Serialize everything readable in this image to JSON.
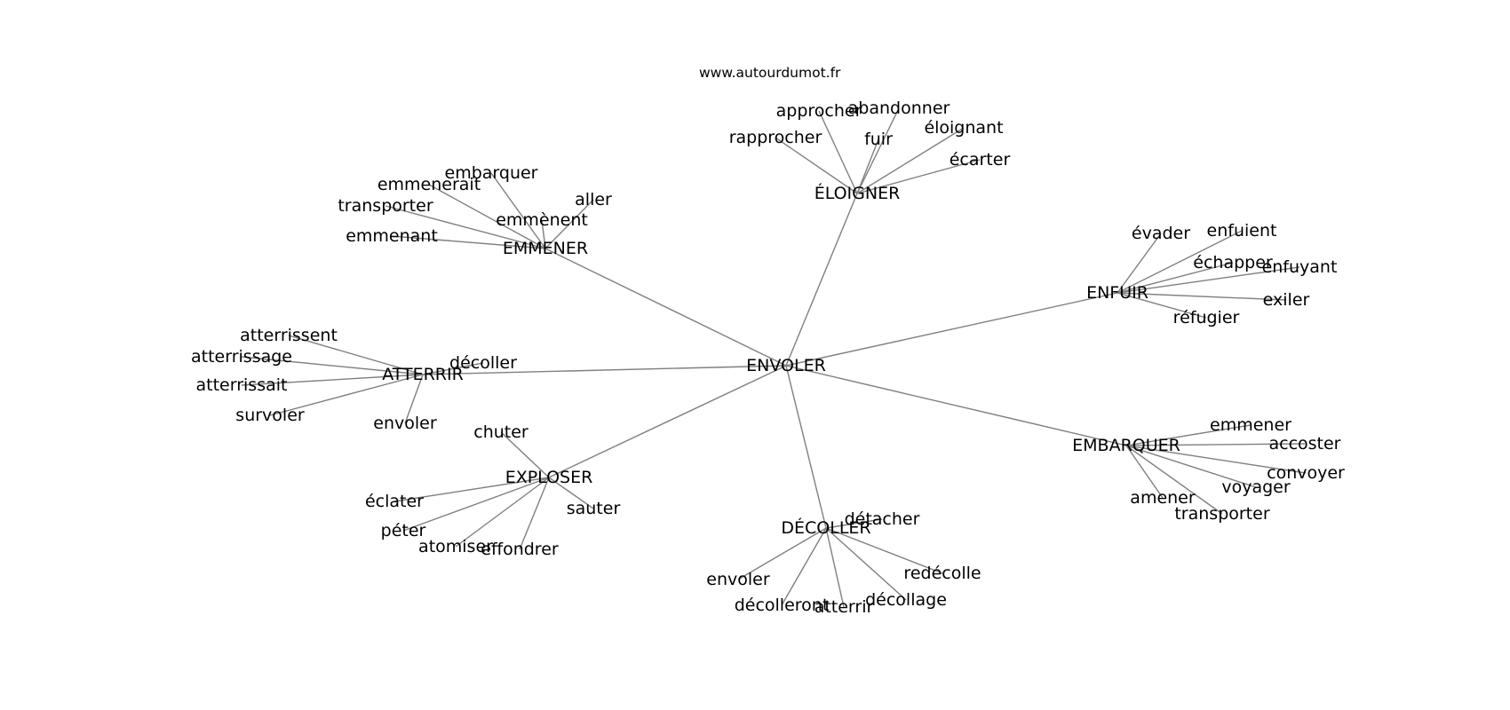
{
  "watermark": "www.autourdumot.fr",
  "edge_color": "#7f7f7f",
  "text_color": "#000000",
  "graph": {
    "center": "ENVOLER",
    "clusters": [
      {
        "hub": "ÉLOIGNER",
        "leaves": [
          "approcher",
          "abandonner",
          "rapprocher",
          "fuir",
          "éloignant",
          "écarter"
        ]
      },
      {
        "hub": "EMMENER",
        "leaves": [
          "embarquer",
          "emmenerait",
          "transporter",
          "aller",
          "emmènent",
          "emmenant"
        ]
      },
      {
        "hub": "ENFUIR",
        "leaves": [
          "évader",
          "enfuient",
          "échapper",
          "enfuyant",
          "exiler",
          "réfugier"
        ]
      },
      {
        "hub": "ATTERRIR",
        "leaves": [
          "atterrissent",
          "atterrissage",
          "décoller",
          "atterrissait",
          "survoler",
          "envoler"
        ]
      },
      {
        "hub": "EMBARQUER",
        "leaves": [
          "emmener",
          "accoster",
          "convoyer",
          "voyager",
          "amener",
          "transporter"
        ]
      },
      {
        "hub": "EXPLOSER",
        "leaves": [
          "chuter",
          "éclater",
          "sauter",
          "péter",
          "atomiser",
          "effondrer"
        ]
      },
      {
        "hub": "DÉCOLLER",
        "leaves": [
          "détacher",
          "envoler",
          "redécolle",
          "décollage",
          "décolleront",
          "atterrir"
        ]
      }
    ]
  }
}
